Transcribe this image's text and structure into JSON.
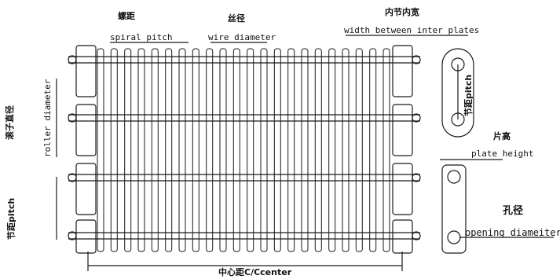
{
  "labels": {
    "spiral_pitch_cn": "螺距",
    "spiral_pitch_en": "spiral pitch",
    "wire_diameter_cn": "丝径",
    "wire_diameter_en": "wire diameter",
    "inner_width_cn": "内节内宽",
    "inner_width_en": "width between inter plates",
    "roller_diameter_cn": "滚子直径",
    "roller_diameter_en": "roller diameter",
    "pitch_left": "节距pitch",
    "pitch_right": "节距pitch",
    "plate_height_cn": "片高",
    "plate_height_en": "plate height",
    "opening_diameter_cn": "孔径",
    "opening_diameter_en": "opening diameiter",
    "center": "中心距C/Ccenter"
  },
  "colors": {
    "line": "#1a1a1a",
    "background": "#ffffff"
  }
}
